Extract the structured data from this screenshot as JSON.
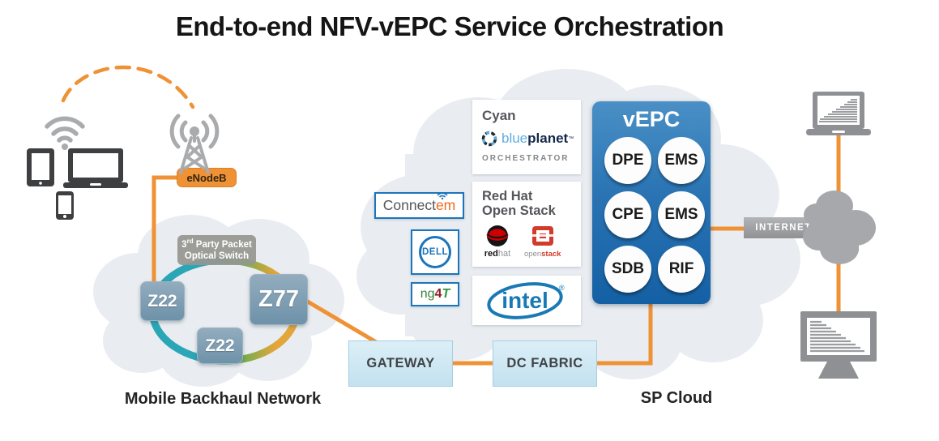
{
  "title": "End-to-end NFV-vEPC Service Orchestration",
  "access_network": {
    "enodeb_label": "eNodeB"
  },
  "backhaul": {
    "caption": "Mobile Backhaul Network",
    "switch_label": {
      "num": "3",
      "sup": "rd",
      "line1_rest": " Party Packet",
      "line2": "Optical Switch"
    },
    "nodes": [
      {
        "label": "Z22"
      },
      {
        "label": "Z77"
      },
      {
        "label": "Z22"
      }
    ]
  },
  "sp_cloud": {
    "caption": "SP Cloud",
    "orchestrator_box": {
      "vendor": "Cyan",
      "logo_blue": "blue",
      "logo_planet": "planet",
      "trademark": "™",
      "role": "ORCHESTRATOR"
    },
    "connectem_box": {
      "part1": "Connect",
      "part2": "em"
    },
    "dell_box": {
      "label": "DELL"
    },
    "ng4t_box": {
      "part1": "ng",
      "part2": "4",
      "part3": "T"
    },
    "redhat_box": {
      "line1": "Red Hat",
      "line2": "Open Stack",
      "redhat_word1": "red",
      "redhat_word2": "hat",
      "openstack_word1": "open",
      "openstack_word2": "stack"
    },
    "intel_box": {
      "label": "intel",
      "reg": "®"
    }
  },
  "vepc": {
    "title": "vEPC",
    "modules": [
      {
        "label": "DPE"
      },
      {
        "label": "EMS"
      },
      {
        "label": "CPE"
      },
      {
        "label": "EMS"
      },
      {
        "label": "SDB"
      },
      {
        "label": "RIF"
      }
    ]
  },
  "transport": {
    "gateway_label": "GATEWAY",
    "dc_fabric_label": "DC FABRIC",
    "internet_label": "INTERNET"
  },
  "icons": {
    "wifi": "wifi-icon",
    "tablet": "tablet-icon",
    "laptop": "laptop-icon",
    "smartphone": "smartphone-icon",
    "cell_tower": "cell-tower-icon",
    "optical_ring": "optical-ring",
    "blueplanet": "blueplanet-logo",
    "connectem_wifi": "connectem-wifi-icon",
    "dell": "dell-logo",
    "ng4t_arrow": "ng4t-arrow-icon",
    "redhat": "redhat-logo",
    "openstack": "openstack-logo",
    "intel": "intel-logo",
    "terminal_laptop": "terminal-laptop-icon",
    "internet_cloud": "internet-cloud-icon",
    "terminal_monitor": "terminal-monitor-icon"
  },
  "colors": {
    "accent_orange": "#EF9235",
    "vepc_blue_top": "#4A90C6",
    "vepc_blue_bottom": "#1460A4",
    "node_blue": "#7E9DB2",
    "light_blue_box": "#CBE6F2",
    "cloud_gray": "#E9EDF1",
    "internet_gray": "#A6A8AB",
    "ring_teal": "#2AA6B6",
    "ring_green": "#6FAE4E",
    "ring_gold": "#E2A63A"
  }
}
